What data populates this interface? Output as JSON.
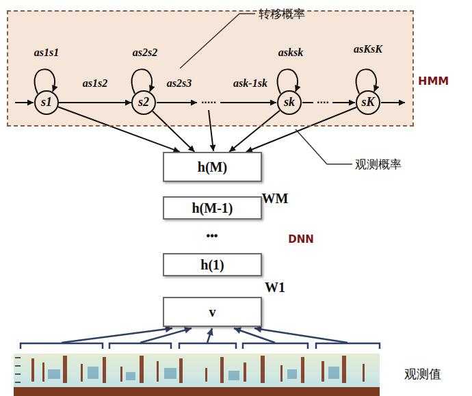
{
  "diagram": {
    "nodes": [
      {
        "text": [
          "HMM"
        ]
      },
      {
        "text": [
          "s1"
        ],
        "in": 0
      },
      {
        "text": [
          "s2"
        ],
        "in": 0
      },
      {
        "text": [
          "sk"
        ],
        "in": 0
      },
      {
        "text": [
          "sK"
        ],
        "in": 0
      },
      {
        "text": [
          "h(M)"
        ]
      },
      {
        "text": [
          "h(M-1)"
        ]
      },
      {
        "text": [
          "h(1)"
        ]
      },
      {
        "text": [
          "v"
        ]
      }
    ],
    "edges": [
      {
        "from": 1,
        "to": 2,
        "arrow": "to",
        "label": "as1s2"
      },
      {
        "from": 1,
        "to": 5,
        "arrow": "to"
      },
      {
        "from": 2,
        "to": 5,
        "arrow": "to"
      },
      {
        "from": 3,
        "to": 5,
        "arrow": "to"
      },
      {
        "from": 4,
        "to": 5,
        "arrow": "to"
      }
    ],
    "labels": [
      "转移概率",
      "as1s1",
      "as2s2",
      "as2s3",
      ".....",
      "ask-1sk",
      "asksk",
      "....",
      "asKsK",
      "观测概率",
      "WM",
      "DNN",
      "•••",
      "W1",
      "观测值"
    ]
  }
}
